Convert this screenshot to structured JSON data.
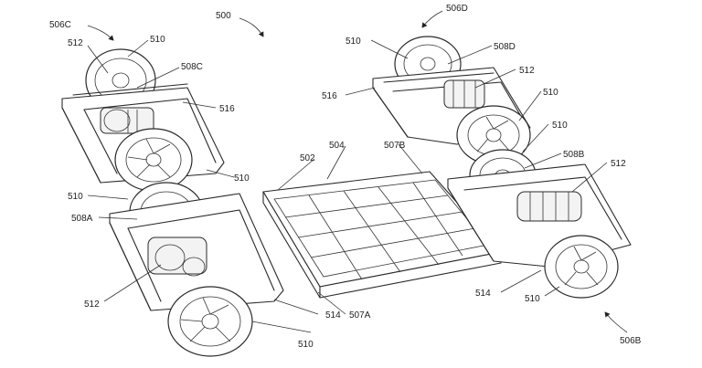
{
  "figure": {
    "labels": {
      "assembly": "500",
      "corner_c": "506C",
      "corner_d": "506D",
      "corner_a": "508A",
      "corner_b": "506B",
      "battery": "502",
      "battery_top": "504",
      "battery_front": "507A",
      "battery_back": "507B",
      "wheel": "510",
      "motor": "512",
      "frame": "516",
      "rail": "514",
      "module_a": "508A",
      "module_b": "508B",
      "module_c": "508C",
      "module_d": "508D"
    }
  }
}
